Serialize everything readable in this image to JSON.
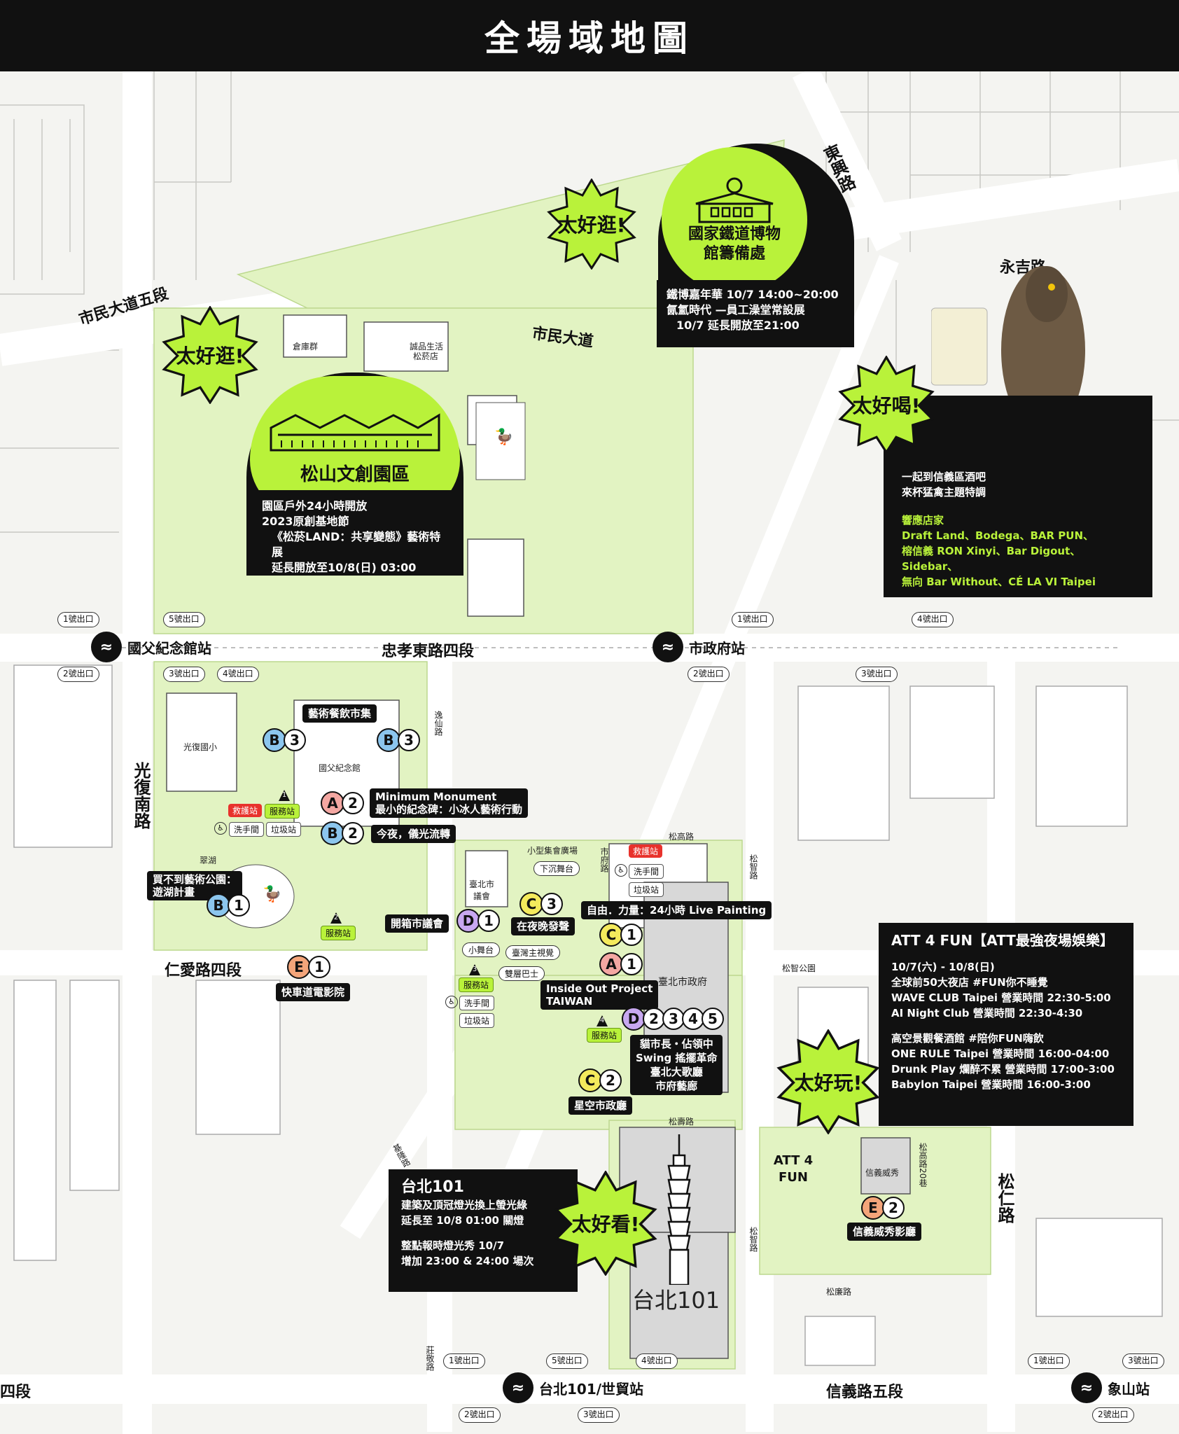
{
  "title": "全場域地圖",
  "colors": {
    "accent_green": "#b9f23a",
    "park_green": "#e2f3c2",
    "black": "#111111",
    "red": "#e8322c",
    "A": "#f4a7a2",
    "B": "#8cc6ee",
    "C": "#f4ea5c",
    "D": "#c8a8f0",
    "E": "#f4a57a"
  },
  "streets": {
    "shimin_5": "市民大道五段",
    "shimin": "市民大道",
    "dongxing": "東興路",
    "yongji": "永吉路",
    "zhongxiao_4": "忠孝東路四段",
    "guangfu_s": "光復南路",
    "renai_4": "仁愛路四段",
    "xinyi_5": "信義路五段",
    "xinyi_4_end": "四段",
    "songren": "松仁路",
    "songgao": "松高路",
    "songshou": "松壽路",
    "songlian": "松廉路",
    "songzhi": "松智路",
    "shifu": "市府路",
    "yixian": "逸仙路",
    "songzhi_park": "松智公園",
    "zhuangjing": "莊敬路",
    "keelung": "基隆路",
    "lane_20": "松高路20巷",
    "songzhi2": "松智路"
  },
  "stations": {
    "sun_yat_sen": "國父紀念館站",
    "city_hall": "市政府站",
    "taipei101": "台北101/世貿站",
    "xiangshan": "象山站"
  },
  "exits": [
    "1號出口",
    "5號出口",
    "1號出口",
    "4號出口",
    "2號出口",
    "3號出口",
    "4號出口",
    "2號出口",
    "3號出口",
    "1號出口",
    "5號出口",
    "4號出口",
    "1號出口",
    "3號出口",
    "2號出口",
    "3號出口",
    "2號出口"
  ],
  "bursts": {
    "stroll": "太好逛!",
    "drink": "太好喝!",
    "play": "太好玩!",
    "see": "太好看!"
  },
  "rail_museum": {
    "name": "國家鐵道博物館籌備處",
    "line1": "鐵博嘉年華 10/7 14:00~20:00",
    "line2": "氤氳時代 —員工澡堂常設展",
    "line3": "10/7 延長開放至21:00"
  },
  "songshan": {
    "name": "松山文創園區",
    "line1": "園區戶外24小時開放",
    "line2": "2023原創基地節",
    "line3": "《松菸LAND：共享變態》藝術特展",
    "line4": "延長開放至10/8(日) 03:00",
    "warehouse": "倉庫群",
    "eslite": "誠品生活",
    "eslite2": "松菸店"
  },
  "bar_box": {
    "line1": "一起到信義區酒吧",
    "line2": "來杯猛禽主題特調",
    "heading": "響應店家",
    "shops1": "Draft Land、Bodega、BAR PUN、",
    "shops2": "榕信義 RON Xinyi、Bar Digout、Sidebar、",
    "shops3": "無向 Bar Without、CÉ LA VI Taipei"
  },
  "att_box": {
    "title": "ATT 4 FUN【ATT最強夜場娛樂】",
    "l1": "10/7(六) - 10/8(日)",
    "l2": "全球前50大夜店 #FUN你不睡覺",
    "l3": "WAVE CLUB Taipei 營業時間 22:30-5:00",
    "l4": "AI Night Club 營業時間 22:30-4:30",
    "l5": "高空景觀餐酒館 #陪你FUN嗨飲",
    "l6": "ONE RULE Taipei 營業時間 16:00-04:00",
    "l7": "Drunk Play 爛醉不累 營業時間 17:00-3:00",
    "l8": "Babylon Taipei 營業時間 16:00-3:00"
  },
  "box101": {
    "title": "台北101",
    "l1": "建築及頂冠燈光換上螢光綠",
    "l2": "延長至 10/8 01:00 關燈",
    "l3": "整點報時燈光秀 10/7",
    "l4": "增加 23:00 & 24:00 場次"
  },
  "places": {
    "art_market": "藝術餐飲市集",
    "memorial": "國父紀念館",
    "guangfu_school": "光復國小",
    "min_mon_1": "Minimum Monument",
    "min_mon_2": "最小的紀念碑：小冰人藝術行動",
    "tonight": "今夜，儀光流轉",
    "lake": "翠湖",
    "lake_tour_1": "買不到藝術公園：",
    "lake_tour_2": "遊湖計畫",
    "fast_lane": "快車道電影院",
    "council": "臺北市議會",
    "unbox": "開箱市議會",
    "small_plaza": "小型集會廣場",
    "sunken_stage": "下沉舞台",
    "night_glow": "在夜晚發聲",
    "freedom": "自由．力量：24小時 Live Painting",
    "small_stage": "小舞台",
    "taiwan_vision": "臺灣主視覺",
    "double_bus": "雙層巴士",
    "inside_out_1": "Inside Out Project",
    "inside_out_2": "TAIWAN",
    "city_hall": "臺北市政府",
    "d_list_1": "貓市長・佔領中",
    "d_list_2": "Swing 搖擺革命",
    "d_list_3": "臺北大歌廳",
    "d_list_4": "市府藝廊",
    "star_hall": "星空市政廳",
    "att": "ATT 4 FUN",
    "xinyi_show": "信義威秀",
    "xinyi_cinema": "信義威秀影廳",
    "tower101": "台北101"
  },
  "services": {
    "rescue": "救護站",
    "service": "服務站",
    "toilet": "洗手間",
    "trash": "垃圾站",
    "n1": "1",
    "n2": "2",
    "n3": "3",
    "n4": "4"
  },
  "badges": {
    "A": "A",
    "B": "B",
    "C": "C",
    "D": "D",
    "E": "E",
    "one": "1",
    "two": "2",
    "three": "3",
    "four": "4",
    "five": "5"
  },
  "icons": {
    "mrt": "mrt-logo-icon",
    "wheelchair": "wheelchair-icon",
    "duck": "duck-icon"
  }
}
